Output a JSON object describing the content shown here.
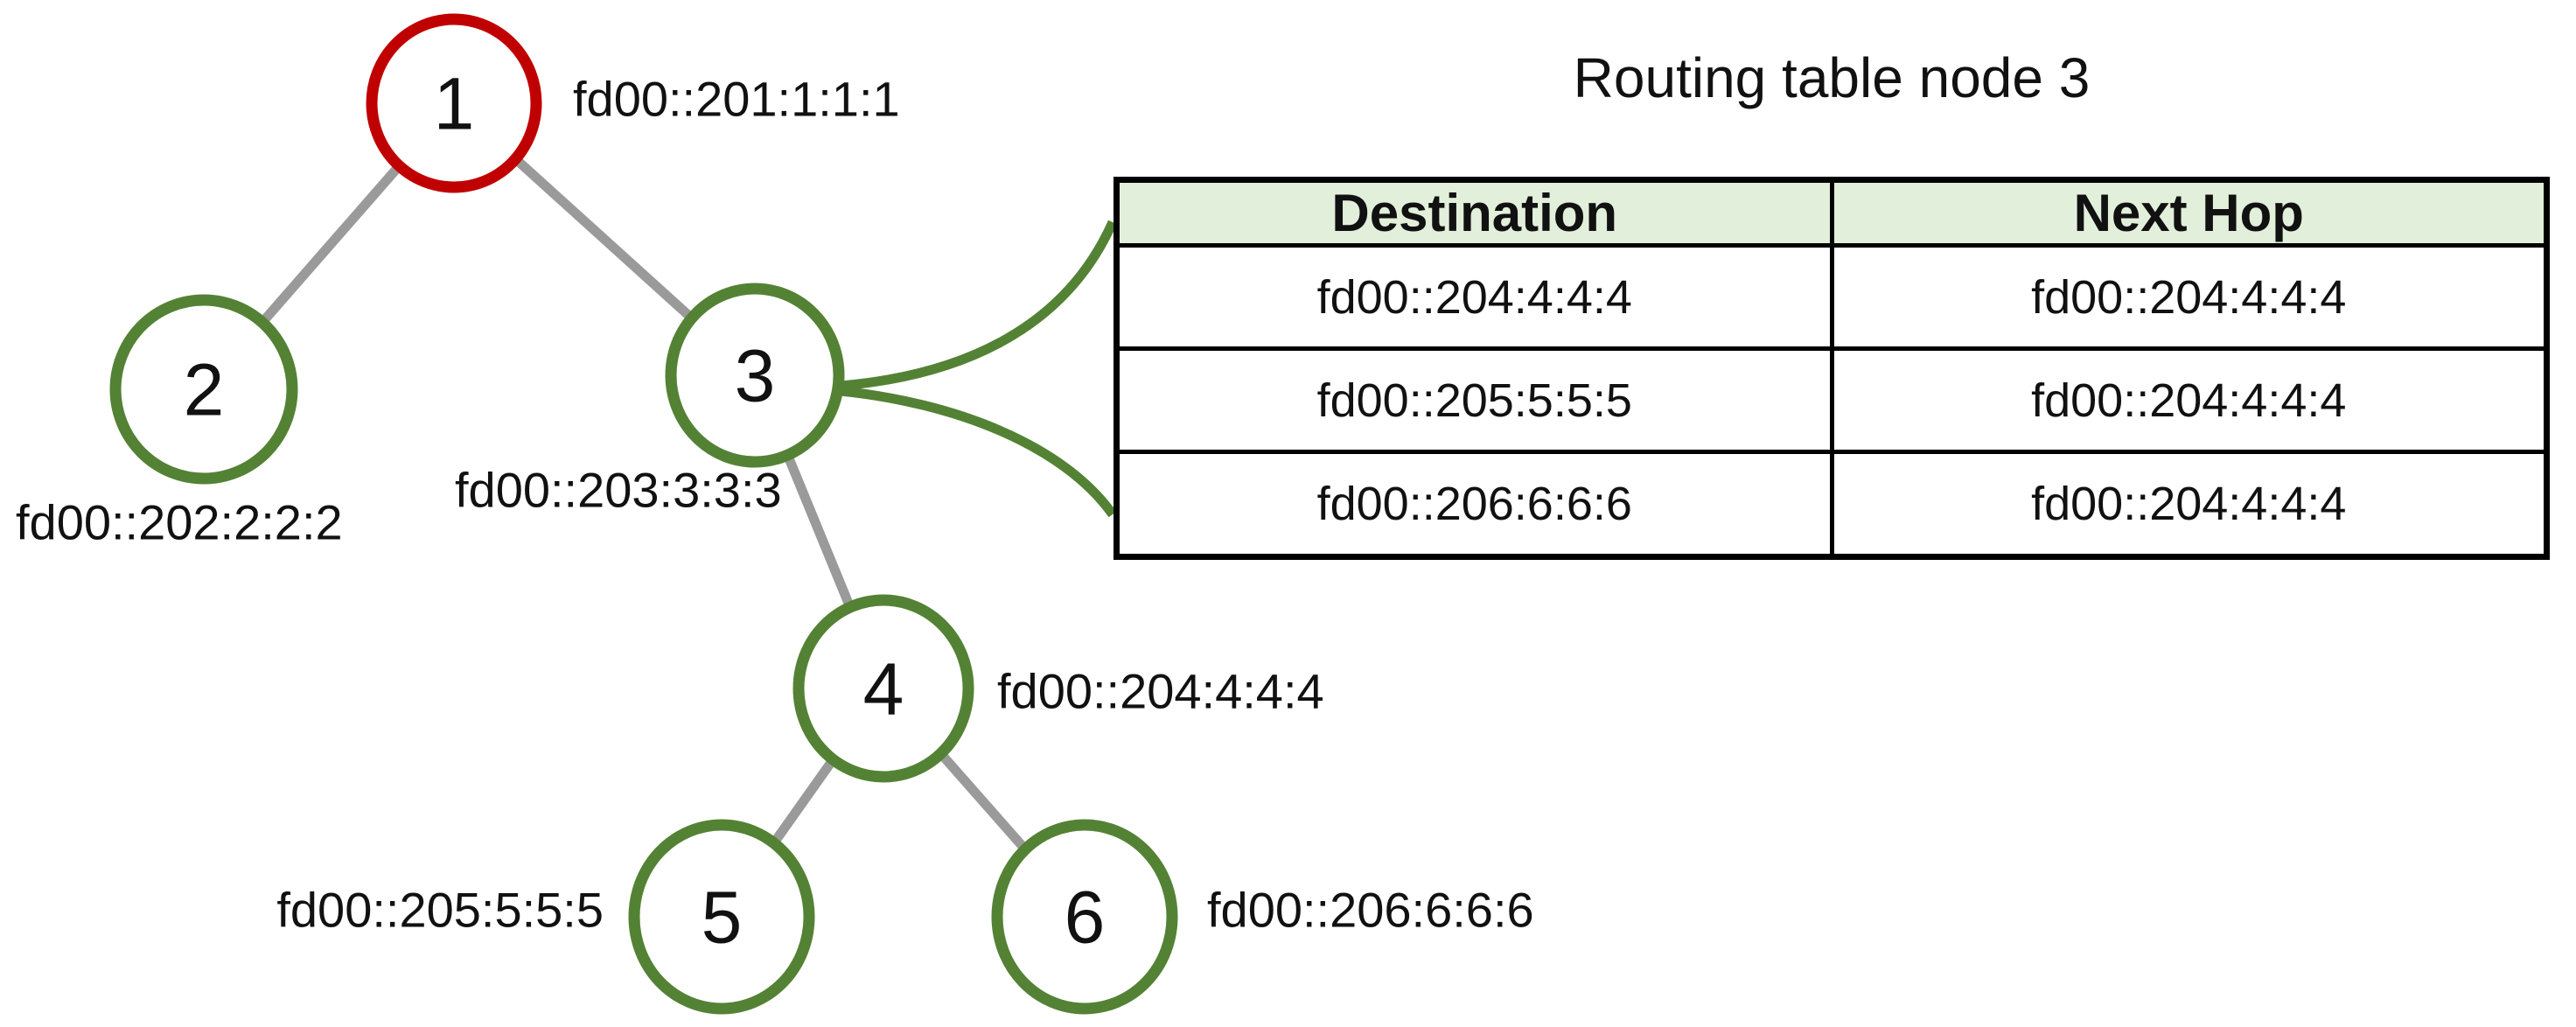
{
  "diagram": {
    "title": "Routing table node 3",
    "nodes": [
      {
        "id": "1",
        "address": "fd00::201:1:1:1"
      },
      {
        "id": "2",
        "address": "fd00::202:2:2:2"
      },
      {
        "id": "3",
        "address": "fd00::203:3:3:3"
      },
      {
        "id": "4",
        "address": "fd00::204:4:4:4"
      },
      {
        "id": "5",
        "address": "fd00::205:5:5:5"
      },
      {
        "id": "6",
        "address": "fd00::206:6:6:6"
      }
    ],
    "edges": [
      [
        "1",
        "2"
      ],
      [
        "1",
        "3"
      ],
      [
        "3",
        "4"
      ],
      [
        "4",
        "5"
      ],
      [
        "4",
        "6"
      ]
    ],
    "colors": {
      "root_node_stroke": "#c00000",
      "node_stroke": "#548235",
      "edge_stroke": "#9a9a9a",
      "brace_stroke": "#548235",
      "table_header_bg": "#e2efda",
      "table_border": "#000000"
    }
  },
  "routing_table": {
    "columns": [
      "Destination",
      "Next Hop"
    ],
    "rows": [
      [
        "fd00::204:4:4:4",
        "fd00::204:4:4:4"
      ],
      [
        "fd00::205:5:5:5",
        "fd00::204:4:4:4"
      ],
      [
        "fd00::206:6:6:6",
        "fd00::204:4:4:4"
      ]
    ]
  }
}
